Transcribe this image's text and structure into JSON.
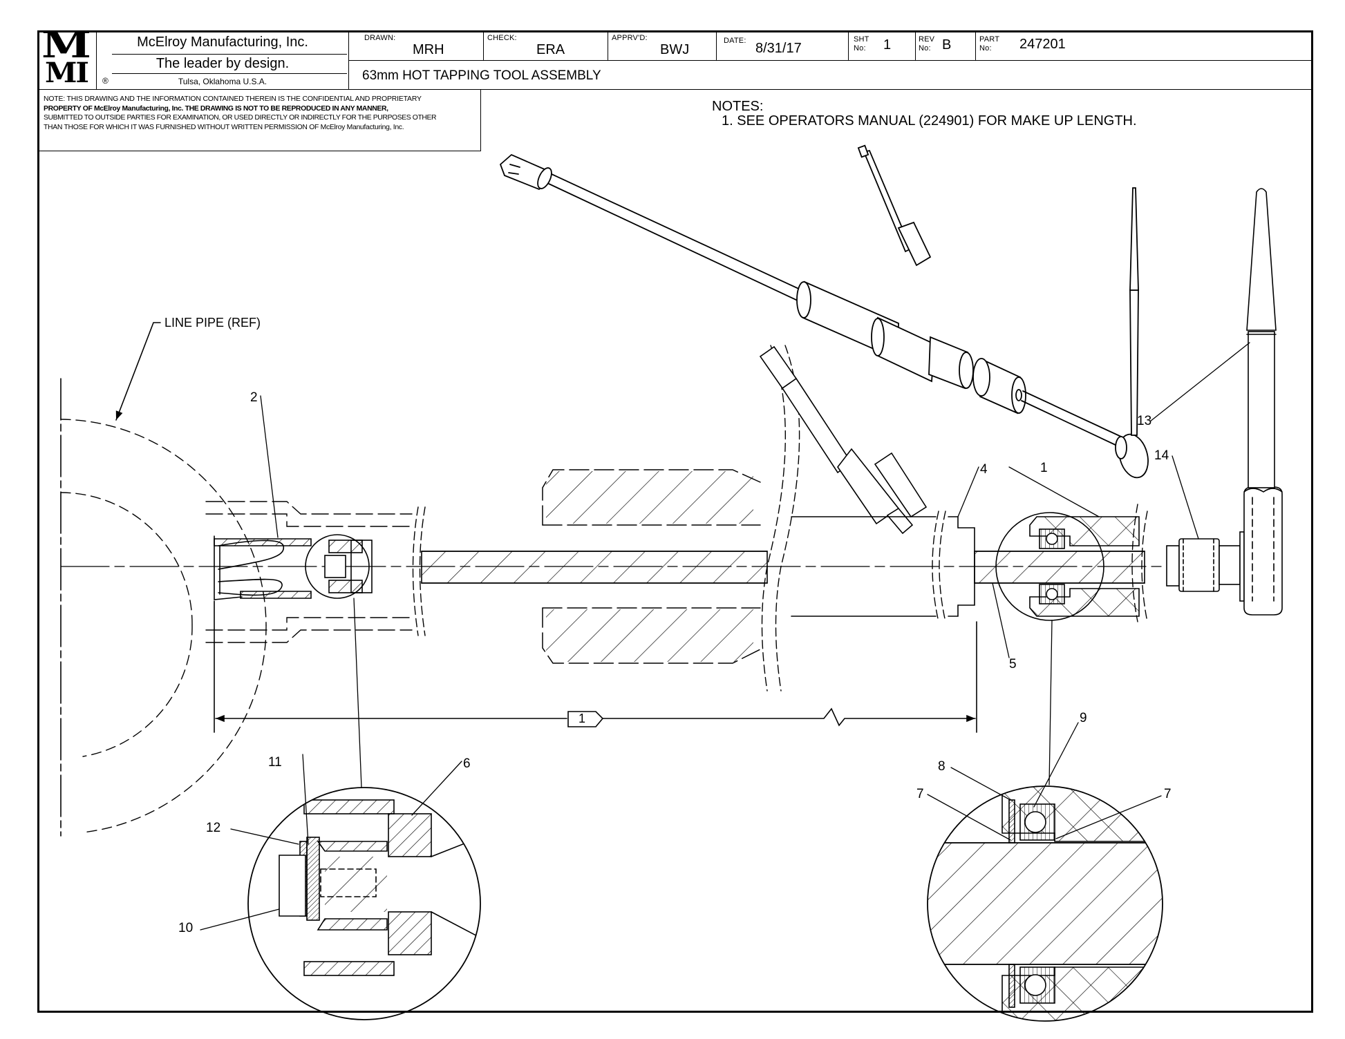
{
  "title_block": {
    "logo_text": [
      "M",
      "MI"
    ],
    "company_name": "McElroy Manufacturing, Inc.",
    "slogan": "The leader by design.",
    "location": "Tulsa, Oklahoma U.S.A.",
    "registered_mark": "®",
    "drawn_label": "DRAWN:",
    "drawn_value": "MRH",
    "check_label": "CHECK:",
    "check_value": "ERA",
    "approved_label": "APPRV'D:",
    "approved_value": "BWJ",
    "date_label": "DATE:",
    "date_value": "8/31/17",
    "sheet_label_top": "SHT",
    "sheet_label_bottom": "No:",
    "sheet_value": "1",
    "rev_label_top": "REV",
    "rev_label_bottom": "No:",
    "rev_value": "B",
    "part_label_top": "PART",
    "part_label_bottom": "No:",
    "part_value": "247201",
    "drawing_title": "63mm HOT TAPPING TOOL ASSEMBLY"
  },
  "confidentiality_note": [
    "NOTE: THIS DRAWING AND THE INFORMATION CONTAINED THEREIN IS THE CONFIDENTIAL AND PROPRIETARY",
    "PROPERTY OF McElroy Manufacturing, Inc. THE DRAWING IS NOT TO BE REPRODUCED IN ANY MANNER,",
    "SUBMITTED TO OUTSIDE PARTIES FOR EXAMINATION, OR USED DIRECTLY OR INDIRECTLY FOR THE PURPOSES OTHER",
    "THAN THOSE FOR WHICH IT WAS FURNISHED WITHOUT WRITTEN PERMISSION OF McElroy Manufacturing, Inc."
  ],
  "notes": {
    "heading": "NOTES:",
    "items": [
      "1. SEE OPERATORS MANUAL (224901) FOR MAKE UP LENGTH."
    ]
  },
  "drawing": {
    "reference_label": "LINE PIPE (REF)",
    "dimension_tag": "1",
    "balloons": {
      "b1": "1",
      "b2": "2",
      "b4": "4",
      "b5": "5",
      "b13": "13",
      "b14": "14"
    },
    "detail_left_balloons": {
      "b6": "6",
      "b10": "10",
      "b11": "11",
      "b12": "12"
    },
    "detail_right_balloons": {
      "b7a": "7",
      "b7b": "7",
      "b8": "8",
      "b9": "9"
    }
  }
}
